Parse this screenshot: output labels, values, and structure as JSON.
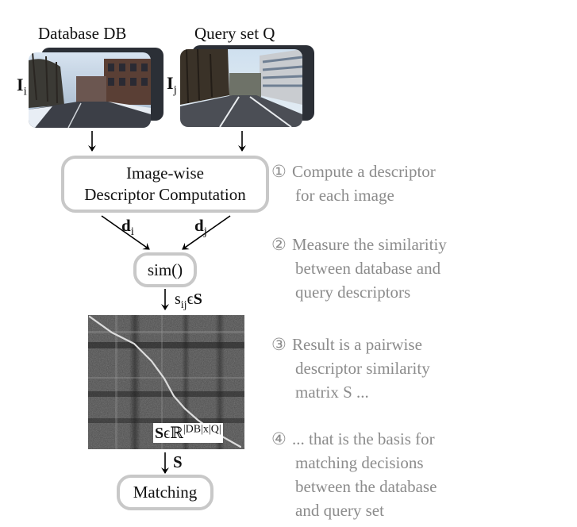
{
  "database": {
    "title": "Database DB",
    "image_label": "I",
    "image_index": "i"
  },
  "query": {
    "title": "Query set Q",
    "image_label": "I",
    "image_index": "j"
  },
  "compute_box": {
    "line1": "Image-wise",
    "line2": "Descriptor Computation"
  },
  "descriptors": {
    "left": {
      "symbol": "d",
      "index": "i"
    },
    "right": {
      "symbol": "d",
      "index": "j"
    }
  },
  "sim_box": {
    "label": "sim()"
  },
  "sim_output": {
    "symbol": "s",
    "index": "ij",
    "rel": "ϵ",
    "set": "S"
  },
  "matrix_label": {
    "set": "S",
    "rel": "ϵ",
    "space": "ℝ",
    "dims": "|DB|x|Q|"
  },
  "matrix_output": {
    "label": "S"
  },
  "matching_box": {
    "label": "Matching"
  },
  "steps": [
    {
      "num": "①",
      "lines": [
        "Compute a descriptor",
        "for each image"
      ]
    },
    {
      "num": "②",
      "lines": [
        "Measure the similaritiy",
        "between database and",
        "query descriptors"
      ]
    },
    {
      "num": "③",
      "lines": [
        "Result is a pairwise",
        "descriptor similarity",
        "matrix S ..."
      ]
    },
    {
      "num": "④",
      "lines": [
        "... that is the basis for",
        "matching decisions",
        "between the database",
        "and query set"
      ]
    }
  ],
  "colors": {
    "box_border": "#c8c8c8",
    "step_text": "#8c8c8c",
    "arrow": "#000000"
  }
}
